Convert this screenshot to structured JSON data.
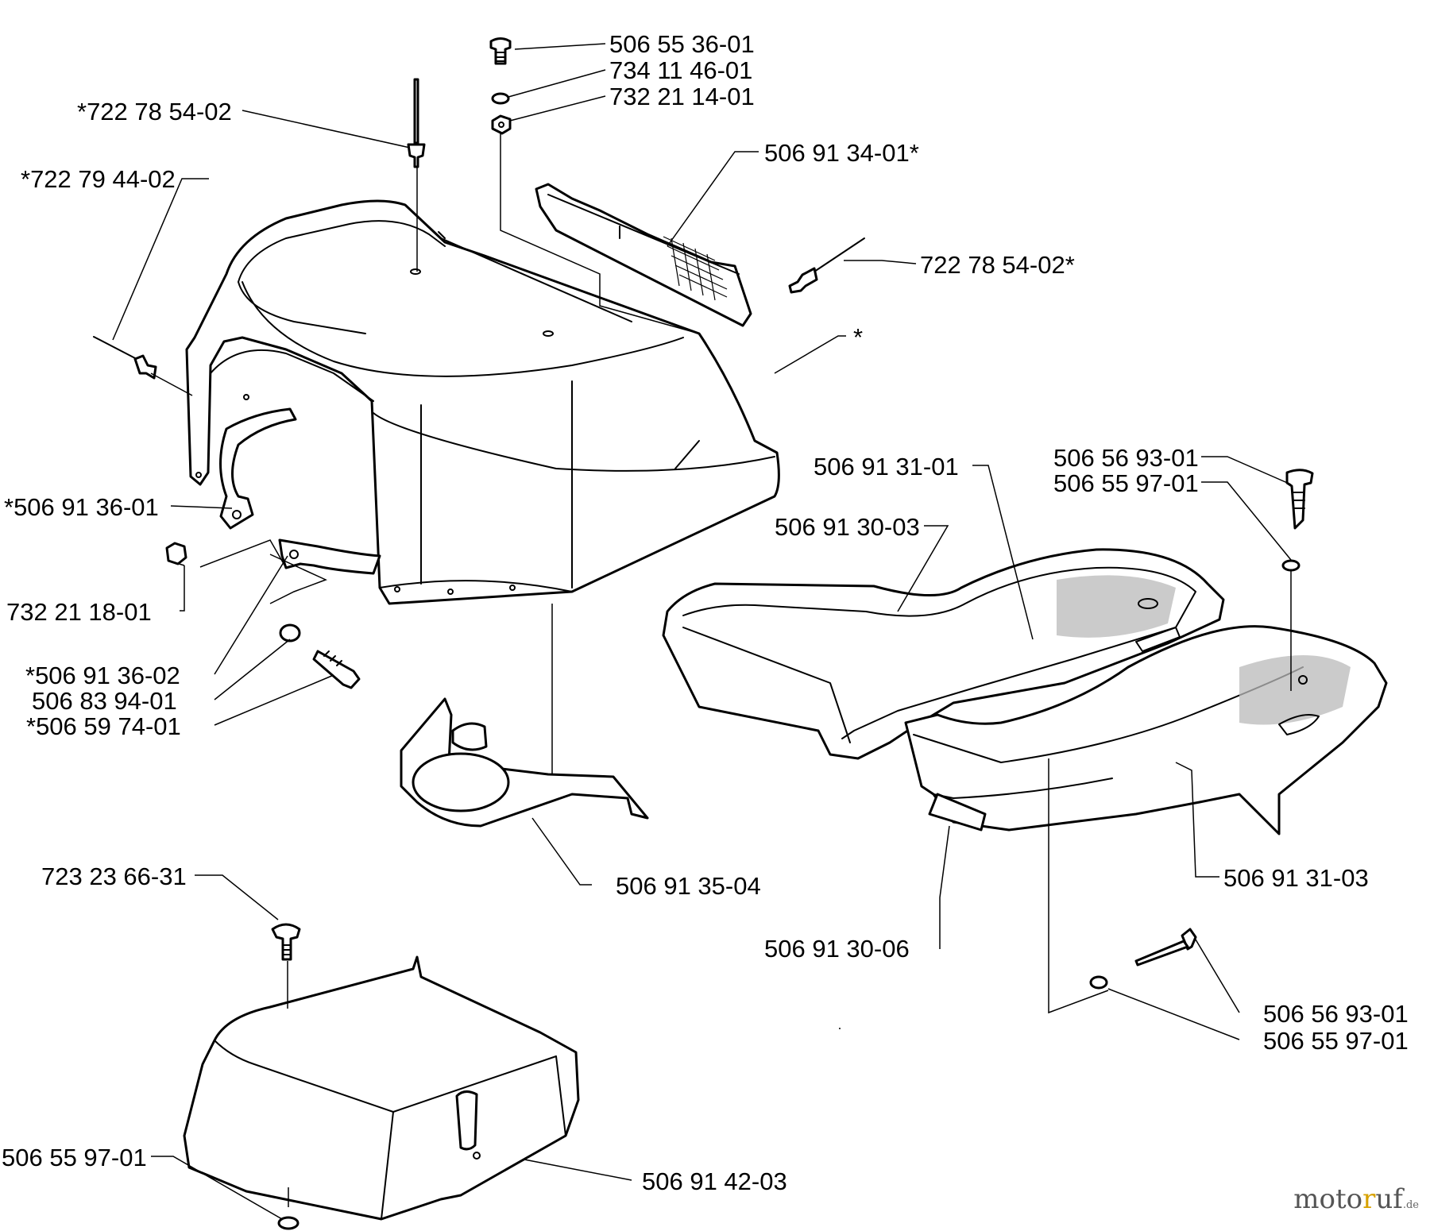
{
  "callouts": [
    {
      "id": "c1",
      "text": "506 55 36-01"
    },
    {
      "id": "c2",
      "text": "734 11 46-01"
    },
    {
      "id": "c3",
      "text": "732 21 14-01"
    },
    {
      "id": "c4",
      "text": "*722 78 54-02"
    },
    {
      "id": "c5",
      "text": "*722 79 44-02"
    },
    {
      "id": "c6",
      "text": "506 91 34-01*"
    },
    {
      "id": "c7",
      "text": "722 78 54-02*"
    },
    {
      "id": "c8",
      "text": "*"
    },
    {
      "id": "c9",
      "text": "506 91 31-01"
    },
    {
      "id": "c10",
      "text": "506 56 93-01"
    },
    {
      "id": "c11",
      "text": "506 55 97-01"
    },
    {
      "id": "c12",
      "text": "506 91 30-03"
    },
    {
      "id": "c13",
      "text": "*506 91 36-01"
    },
    {
      "id": "c14",
      "text": "732 21 18-01"
    },
    {
      "id": "c15",
      "text": "*506 91 36-02"
    },
    {
      "id": "c16",
      "text": "506 83 94-01"
    },
    {
      "id": "c17",
      "text": "*506 59 74-01"
    },
    {
      "id": "c18",
      "text": "506 91 35-04"
    },
    {
      "id": "c19",
      "text": "506 91 31-03"
    },
    {
      "id": "c20",
      "text": "506 91 30-06"
    },
    {
      "id": "c21",
      "text": "723 23 66-31"
    },
    {
      "id": "c22",
      "text": "506 56 93-01"
    },
    {
      "id": "c23",
      "text": "506 55 97-01"
    },
    {
      "id": "c24",
      "text": "506 55 97-01"
    },
    {
      "id": "c25",
      "text": "506 91 42-03"
    }
  ],
  "watermark": {
    "brand": "moto",
    "dot": "r",
    "rest": "uf",
    "suffix": ".de"
  }
}
